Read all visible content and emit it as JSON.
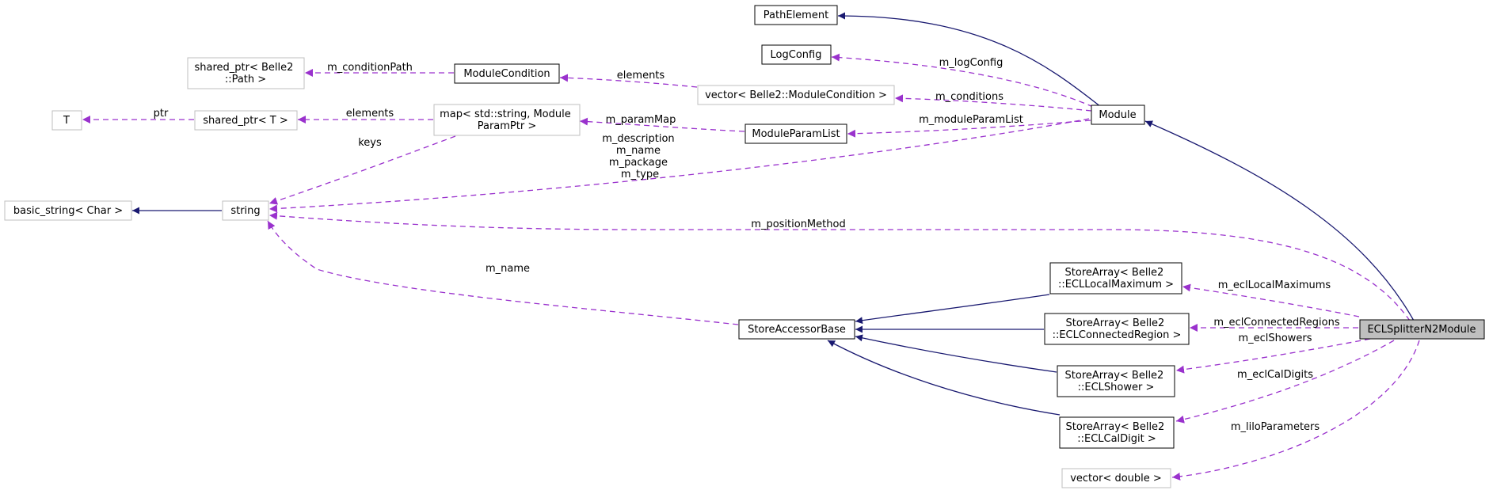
{
  "colors": {
    "inheritance_edge": "#191970",
    "usage_edge": "#9a32cd",
    "focus_node_fill": "#bfbfbf",
    "external_node_border": "#bfbfbf"
  },
  "nodes": {
    "path_element": [
      "PathElement"
    ],
    "log_config": [
      "LogConfig"
    ],
    "shared_ptr_path": [
      "shared_ptr< Belle2",
      "::Path >"
    ],
    "module_condition": [
      "ModuleCondition"
    ],
    "vector_module_condition": [
      "vector< Belle2::ModuleCondition >"
    ],
    "module": [
      "Module"
    ],
    "t": [
      "T"
    ],
    "shared_ptr_t": [
      "shared_ptr< T >"
    ],
    "map_string_module": [
      "map< std::string, Module",
      "ParamPtr >"
    ],
    "module_param_list": [
      "ModuleParamList"
    ],
    "basic_string": [
      "basic_string< Char >"
    ],
    "string": [
      "string"
    ],
    "store_array_local_max": [
      "StoreArray< Belle2",
      "::ECLLocalMaximum >"
    ],
    "store_accessor_base": [
      "StoreAccessorBase"
    ],
    "store_array_connected_region": [
      "StoreArray< Belle2",
      "::ECLConnectedRegion >"
    ],
    "ecl_splitter": [
      "ECLSplitterN2Module"
    ],
    "store_array_shower": [
      "StoreArray< Belle2",
      "::ECLShower >"
    ],
    "store_array_cal_digit": [
      "StoreArray< Belle2",
      "::ECLCalDigit >"
    ],
    "vector_double": [
      "vector< double >"
    ]
  },
  "edge_labels": {
    "m_condition_path": [
      "m_conditionPath"
    ],
    "elements_condition": [
      "elements"
    ],
    "m_log_config": [
      "m_logConfig"
    ],
    "m_conditions": [
      "m_conditions"
    ],
    "ptr": [
      "ptr"
    ],
    "elements_map": [
      "elements"
    ],
    "m_param_map": [
      "m_paramMap"
    ],
    "m_module_param_list": [
      "m_moduleParamList"
    ],
    "keys": [
      "keys"
    ],
    "module_strings": [
      "m_description",
      "m_name",
      "m_package",
      "m_type"
    ],
    "m_position_method": [
      "m_positionMethod"
    ],
    "m_name_store": [
      "m_name"
    ],
    "m_ecl_local_maximums": [
      "m_eclLocalMaximums"
    ],
    "m_ecl_connected_regions": [
      "m_eclConnectedRegions"
    ],
    "m_ecl_showers": [
      "m_eclShowers"
    ],
    "m_ecl_cal_digits": [
      "m_eclCalDigits"
    ],
    "m_lilo_parameters": [
      "m_liloParameters"
    ]
  }
}
